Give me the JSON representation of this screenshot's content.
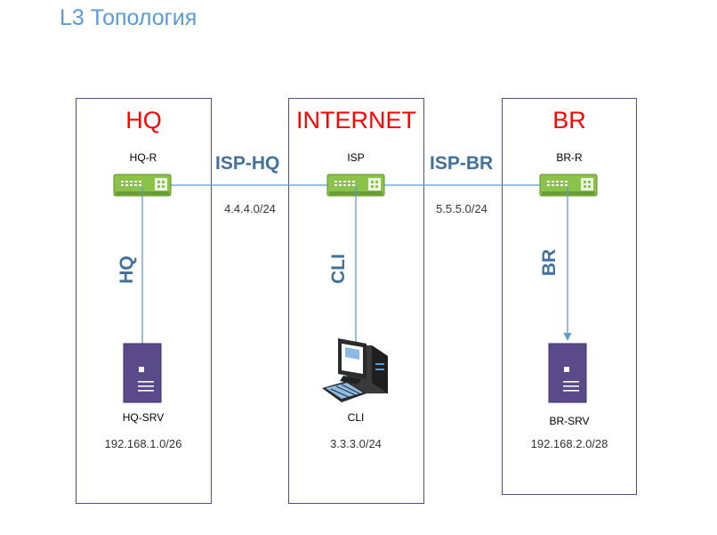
{
  "title": "L3 Топология",
  "zones": {
    "hq": "HQ",
    "internet": "INTERNET",
    "br": "BR"
  },
  "devices": {
    "hq_r": "HQ-R",
    "isp": "ISP",
    "br_r": "BR-R",
    "hq_srv": "HQ-SRV",
    "cli": "CLI",
    "br_srv": "BR-SRV"
  },
  "links": {
    "isp_hq": "ISP-HQ",
    "isp_br": "ISP-BR",
    "hq": "HQ",
    "cli": "CLI",
    "br": "BR"
  },
  "subnets": {
    "isp_hq": "4.4.4.0/24",
    "isp_br": "5.5.5.0/24",
    "hq": "192.168.1.0/26",
    "cli": "3.3.3.0/24",
    "br": "192.168.2.0/28"
  },
  "colors": {
    "zone_title": "#ff0000",
    "link_label": "#41719c",
    "link_line": "#5b9bd5",
    "router": "#70ad47",
    "server": "#5a4a8a",
    "page_title": "#5b9bd5"
  }
}
